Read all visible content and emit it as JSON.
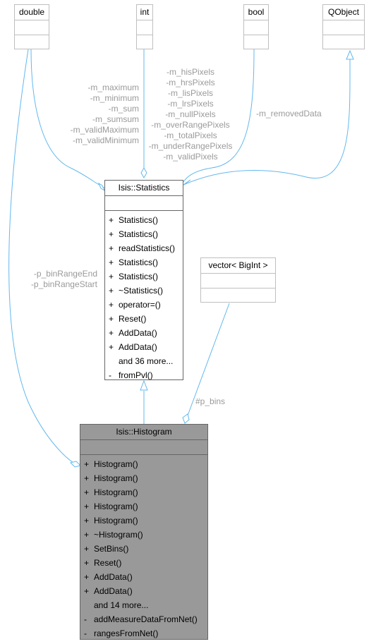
{
  "classes": {
    "double": {
      "title": "double"
    },
    "int": {
      "title": "int"
    },
    "bool": {
      "title": "bool"
    },
    "qobject": {
      "title": "QObject"
    },
    "statistics": {
      "title": "Isis::Statistics",
      "ops": [
        {
          "vis": "+",
          "name": "Statistics()"
        },
        {
          "vis": "+",
          "name": "Statistics()"
        },
        {
          "vis": "+",
          "name": "readStatistics()"
        },
        {
          "vis": "+",
          "name": "Statistics()"
        },
        {
          "vis": "+",
          "name": "Statistics()"
        },
        {
          "vis": "+",
          "name": "~Statistics()"
        },
        {
          "vis": "+",
          "name": "operator=()"
        },
        {
          "vis": "+",
          "name": "Reset()"
        },
        {
          "vis": "+",
          "name": "AddData()"
        },
        {
          "vis": "+",
          "name": "AddData()"
        },
        {
          "vis": "",
          "name": "and 36 more..."
        },
        {
          "vis": "-",
          "name": "fromPvl()"
        }
      ]
    },
    "vector_bigint": {
      "title": "vector< BigInt >"
    },
    "histogram": {
      "title": "Isis::Histogram",
      "ops": [
        {
          "vis": "+",
          "name": "Histogram()"
        },
        {
          "vis": "+",
          "name": "Histogram()"
        },
        {
          "vis": "+",
          "name": "Histogram()"
        },
        {
          "vis": "+",
          "name": "Histogram()"
        },
        {
          "vis": "+",
          "name": "Histogram()"
        },
        {
          "vis": "+",
          "name": "~Histogram()"
        },
        {
          "vis": "+",
          "name": "SetBins()"
        },
        {
          "vis": "+",
          "name": "Reset()"
        },
        {
          "vis": "+",
          "name": "AddData()"
        },
        {
          "vis": "+",
          "name": "AddData()"
        },
        {
          "vis": "",
          "name": "and 14 more..."
        },
        {
          "vis": "-",
          "name": "addMeasureDataFromNet()"
        },
        {
          "vis": "-",
          "name": "rangesFromNet()"
        }
      ]
    }
  },
  "edge_labels": {
    "double_to_statistics": [
      "-m_maximum",
      "-m_minimum",
      "-m_sum",
      "-m_sumsum",
      "-m_validMaximum",
      "-m_validMinimum"
    ],
    "int_to_statistics": [
      "-m_hisPixels",
      "-m_hrsPixels",
      "-m_lisPixels",
      "-m_lrsPixels",
      "-m_nullPixels",
      "-m_overRangePixels",
      "-m_totalPixels",
      "-m_underRangePixels",
      "-m_validPixels"
    ],
    "bool_to_statistics": [
      "-m_removedData"
    ],
    "double_to_histogram": [
      "-p_binRangeEnd",
      "-p_binRangeStart"
    ],
    "vector_to_histogram": [
      "#p_bins"
    ]
  },
  "colors": {
    "edge": "#63b8ee",
    "muted_text": "#9a9a9a",
    "highlight_fill": "#999999"
  }
}
